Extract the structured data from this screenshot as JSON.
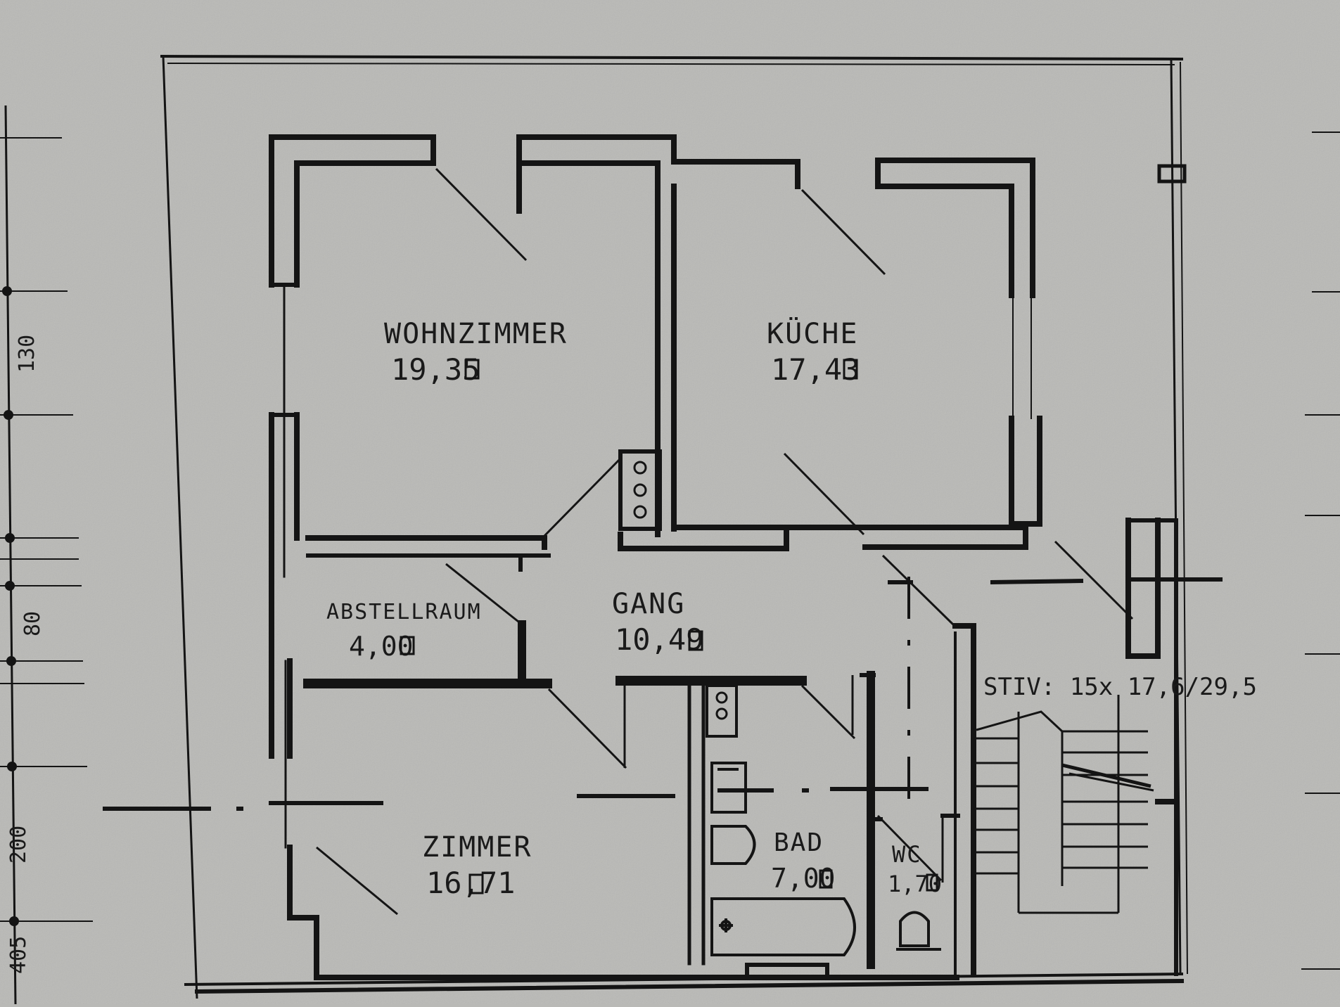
{
  "rooms": [
    {
      "id": "wohnzimmer",
      "name": "WOHNZIMMER",
      "area": "19,35"
    },
    {
      "id": "kueche",
      "name": "KÜCHE",
      "area": "17,43"
    },
    {
      "id": "abstellraum",
      "name": "ABSTELLRAUM",
      "area": "4,00"
    },
    {
      "id": "gang",
      "name": "GANG",
      "area": "10,49"
    },
    {
      "id": "zimmer",
      "name": "ZIMMER",
      "area": "16,71"
    },
    {
      "id": "bad",
      "name": "BAD",
      "area": "7,00"
    },
    {
      "id": "wc",
      "name": "WC",
      "area": "1,70"
    }
  ],
  "stair_label": "STIV: 15x 17,6/29,5",
  "dimensions": [
    "130",
    "80",
    "200",
    "405"
  ],
  "colors": {
    "paper": "#b9b9b6",
    "ink": "#141414"
  }
}
